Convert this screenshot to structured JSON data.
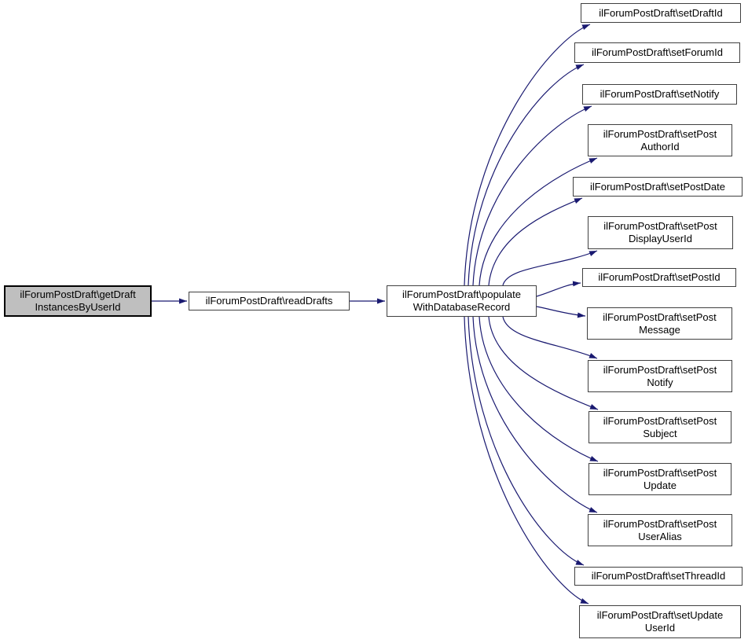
{
  "diagram": {
    "type": "call-graph",
    "edge_color": "#191970",
    "node_border_color": "#404040",
    "highlight_fill": "#bfbfbf",
    "nodes": [
      {
        "id": "getDraftInstancesByUserId",
        "label": "ilForumPostDraft\\getDraftInstancesByUserId",
        "lines": [
          "ilForumPostDraft\\getDraft",
          "InstancesByUserId"
        ],
        "highlighted": true
      },
      {
        "id": "readDrafts",
        "label": "ilForumPostDraft\\readDrafts",
        "lines": [
          "ilForumPostDraft\\readDrafts"
        ],
        "highlighted": false
      },
      {
        "id": "populateWithDatabaseRecord",
        "label": "ilForumPostDraft\\populateWithDatabaseRecord",
        "lines": [
          "ilForumPostDraft\\populate",
          "WithDatabaseRecord"
        ],
        "highlighted": false
      },
      {
        "id": "setDraftId",
        "label": "ilForumPostDraft\\setDraftId",
        "lines": [
          "ilForumPostDraft\\setDraftId"
        ],
        "highlighted": false
      },
      {
        "id": "setForumId",
        "label": "ilForumPostDraft\\setForumId",
        "lines": [
          "ilForumPostDraft\\setForumId"
        ],
        "highlighted": false
      },
      {
        "id": "setNotify",
        "label": "ilForumPostDraft\\setNotify",
        "lines": [
          "ilForumPostDraft\\setNotify"
        ],
        "highlighted": false
      },
      {
        "id": "setPostAuthorId",
        "label": "ilForumPostDraft\\setPostAuthorId",
        "lines": [
          "ilForumPostDraft\\setPost",
          "AuthorId"
        ],
        "highlighted": false
      },
      {
        "id": "setPostDate",
        "label": "ilForumPostDraft\\setPostDate",
        "lines": [
          "ilForumPostDraft\\setPostDate"
        ],
        "highlighted": false
      },
      {
        "id": "setPostDisplayUserId",
        "label": "ilForumPostDraft\\setPostDisplayUserId",
        "lines": [
          "ilForumPostDraft\\setPost",
          "DisplayUserId"
        ],
        "highlighted": false
      },
      {
        "id": "setPostId",
        "label": "ilForumPostDraft\\setPostId",
        "lines": [
          "ilForumPostDraft\\setPostId"
        ],
        "highlighted": false
      },
      {
        "id": "setPostMessage",
        "label": "ilForumPostDraft\\setPostMessage",
        "lines": [
          "ilForumPostDraft\\setPost",
          "Message"
        ],
        "highlighted": false
      },
      {
        "id": "setPostNotify",
        "label": "ilForumPostDraft\\setPostNotify",
        "lines": [
          "ilForumPostDraft\\setPost",
          "Notify"
        ],
        "highlighted": false
      },
      {
        "id": "setPostSubject",
        "label": "ilForumPostDraft\\setPostSubject",
        "lines": [
          "ilForumPostDraft\\setPost",
          "Subject"
        ],
        "highlighted": false
      },
      {
        "id": "setPostUpdate",
        "label": "ilForumPostDraft\\setPostUpdate",
        "lines": [
          "ilForumPostDraft\\setPost",
          "Update"
        ],
        "highlighted": false
      },
      {
        "id": "setPostUserAlias",
        "label": "ilForumPostDraft\\setPostUserAlias",
        "lines": [
          "ilForumPostDraft\\setPost",
          "UserAlias"
        ],
        "highlighted": false
      },
      {
        "id": "setThreadId",
        "label": "ilForumPostDraft\\setThreadId",
        "lines": [
          "ilForumPostDraft\\setThreadId"
        ],
        "highlighted": false
      },
      {
        "id": "setUpdateUserId",
        "label": "ilForumPostDraft\\setUpdateUserId",
        "lines": [
          "ilForumPostDraft\\setUpdate",
          "UserId"
        ],
        "highlighted": false
      }
    ],
    "edges": [
      {
        "from": "getDraftInstancesByUserId",
        "to": "readDrafts"
      },
      {
        "from": "readDrafts",
        "to": "populateWithDatabaseRecord"
      },
      {
        "from": "populateWithDatabaseRecord",
        "to": "setDraftId"
      },
      {
        "from": "populateWithDatabaseRecord",
        "to": "setForumId"
      },
      {
        "from": "populateWithDatabaseRecord",
        "to": "setNotify"
      },
      {
        "from": "populateWithDatabaseRecord",
        "to": "setPostAuthorId"
      },
      {
        "from": "populateWithDatabaseRecord",
        "to": "setPostDate"
      },
      {
        "from": "populateWithDatabaseRecord",
        "to": "setPostDisplayUserId"
      },
      {
        "from": "populateWithDatabaseRecord",
        "to": "setPostId"
      },
      {
        "from": "populateWithDatabaseRecord",
        "to": "setPostMessage"
      },
      {
        "from": "populateWithDatabaseRecord",
        "to": "setPostNotify"
      },
      {
        "from": "populateWithDatabaseRecord",
        "to": "setPostSubject"
      },
      {
        "from": "populateWithDatabaseRecord",
        "to": "setPostUpdate"
      },
      {
        "from": "populateWithDatabaseRecord",
        "to": "setPostUserAlias"
      },
      {
        "from": "populateWithDatabaseRecord",
        "to": "setThreadId"
      },
      {
        "from": "populateWithDatabaseRecord",
        "to": "setUpdateUserId"
      }
    ]
  }
}
